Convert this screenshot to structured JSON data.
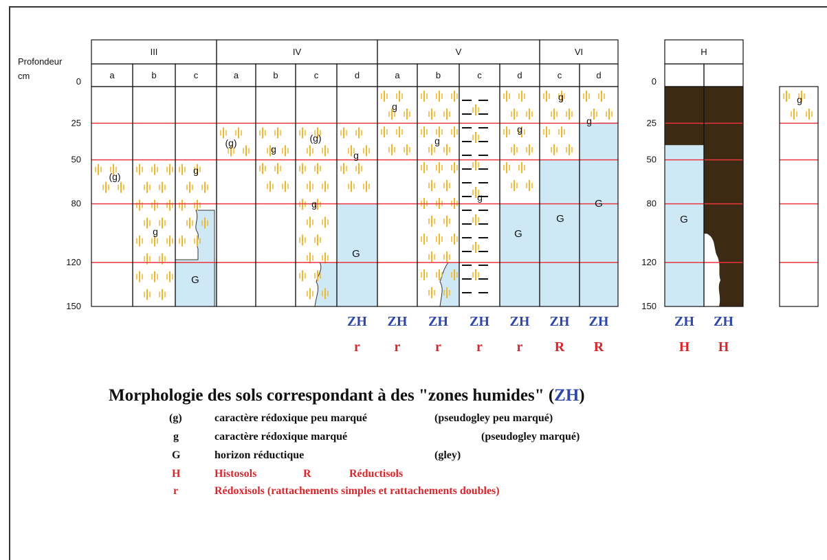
{
  "depth_label_1": "Profondeur",
  "depth_label_2": "cm",
  "depth_ticks": [
    "0",
    "25",
    "50",
    "80",
    "120",
    "150"
  ],
  "groups": [
    "III",
    "IV",
    "V",
    "VI",
    "H"
  ],
  "columns": [
    {
      "group": "III",
      "sub": "a",
      "profile": {
        "pseudogley": "(g)",
        "pseudogley_depth": [
          50,
          80
        ]
      },
      "zh": "",
      "class": ""
    },
    {
      "group": "III",
      "sub": "b",
      "profile": {
        "pseudogley": "g",
        "pseudogley_depth": [
          50,
          150
        ]
      },
      "zh": "",
      "class": ""
    },
    {
      "group": "III",
      "sub": "c",
      "profile": {
        "pseudogley": "g",
        "pseudogley_depth": [
          50,
          120
        ],
        "gley": "G",
        "gley_from": 120
      },
      "zh": "",
      "class": ""
    },
    {
      "group": "IV",
      "sub": "a",
      "profile": {
        "pseudogley": "(g)",
        "pseudogley_depth": [
          25,
          50
        ]
      },
      "zh": "",
      "class": ""
    },
    {
      "group": "IV",
      "sub": "b",
      "profile": {
        "pseudogley": "g",
        "pseudogley_depth": [
          25,
          80
        ]
      },
      "zh": "",
      "class": ""
    },
    {
      "group": "IV",
      "sub": "c",
      "profile": {
        "pseudogley": "(g)",
        "pseudogley_2": "g",
        "pseudogley_depth": [
          25,
          150
        ]
      },
      "zh": "",
      "class": ""
    },
    {
      "group": "IV",
      "sub": "d",
      "profile": {
        "pseudogley": "g",
        "pseudogley_depth": [
          25,
          80
        ],
        "gley": "G",
        "gley_from": 80
      },
      "zh": "ZH",
      "class": "r"
    },
    {
      "group": "V",
      "sub": "a",
      "profile": {
        "pseudogley": "g",
        "pseudogley_depth": [
          0,
          50
        ]
      },
      "zh": "ZH",
      "class": "r"
    },
    {
      "group": "V",
      "sub": "b",
      "profile": {
        "pseudogley": "g",
        "pseudogley_depth": [
          0,
          150
        ]
      },
      "zh": "ZH",
      "class": "r"
    },
    {
      "group": "V",
      "sub": "c",
      "profile": {
        "pseudogley": "g",
        "pseudogley_depth": [
          0,
          150
        ]
      },
      "zh": "ZH",
      "class": "r"
    },
    {
      "group": "V",
      "sub": "d",
      "profile": {
        "pseudogley": "g",
        "pseudogley_depth": [
          0,
          80
        ],
        "gley": "G",
        "gley_from": 80
      },
      "zh": "ZH",
      "class": "r"
    },
    {
      "group": "VI",
      "sub": "c",
      "profile": {
        "pseudogley": "g",
        "pseudogley_depth": [
          0,
          50
        ],
        "gley": "G",
        "gley_from": 50
      },
      "zh": "ZH",
      "class": "R"
    },
    {
      "group": "VI",
      "sub": "d",
      "profile": {
        "pseudogley": "g",
        "pseudogley_depth": [
          0,
          25
        ],
        "gley": "G",
        "gley_from": 25
      },
      "zh": "ZH",
      "class": "R"
    },
    {
      "group": "H",
      "sub": "",
      "profile": {
        "histic_depth": [
          0,
          40
        ],
        "gley": "G",
        "gley_from": 40
      },
      "zh": "ZH",
      "class": "H"
    },
    {
      "group": "H",
      "sub": "",
      "profile": {
        "histic_depth": [
          0,
          150
        ]
      },
      "zh": "ZH",
      "class": "H"
    }
  ],
  "extra_column": {
    "pseudogley": "g",
    "pseudogley_depth": [
      0,
      25
    ]
  },
  "title_main": "Morphologie des sols correspondant à des \"zones humides\" (",
  "title_zh": "ZH",
  "title_end": ")",
  "legend": [
    {
      "symbol": "(g)",
      "text": "caractère rédoxique peu marqué",
      "note": "(pseudogley peu marqué)"
    },
    {
      "symbol": "g",
      "text": "caractère rédoxique marqué",
      "note": "(pseudogley marqué)"
    },
    {
      "symbol": "G",
      "text": "horizon réductique",
      "note": "(gley)"
    }
  ],
  "legend_h": {
    "symbol": "H",
    "text": "Histosols",
    "symbol2": "R",
    "text2": "Réductisols"
  },
  "legend_r": {
    "symbol": "r",
    "text": "Rédoxisols (rattachements simples et rattachements doubles)"
  },
  "colors": {
    "gley": "#cfe8f6",
    "histic": "#3c2a14",
    "redox": "#f1b52c",
    "line": "#e8343a",
    "zh": "#2e47a8",
    "class": "#d8262c"
  }
}
